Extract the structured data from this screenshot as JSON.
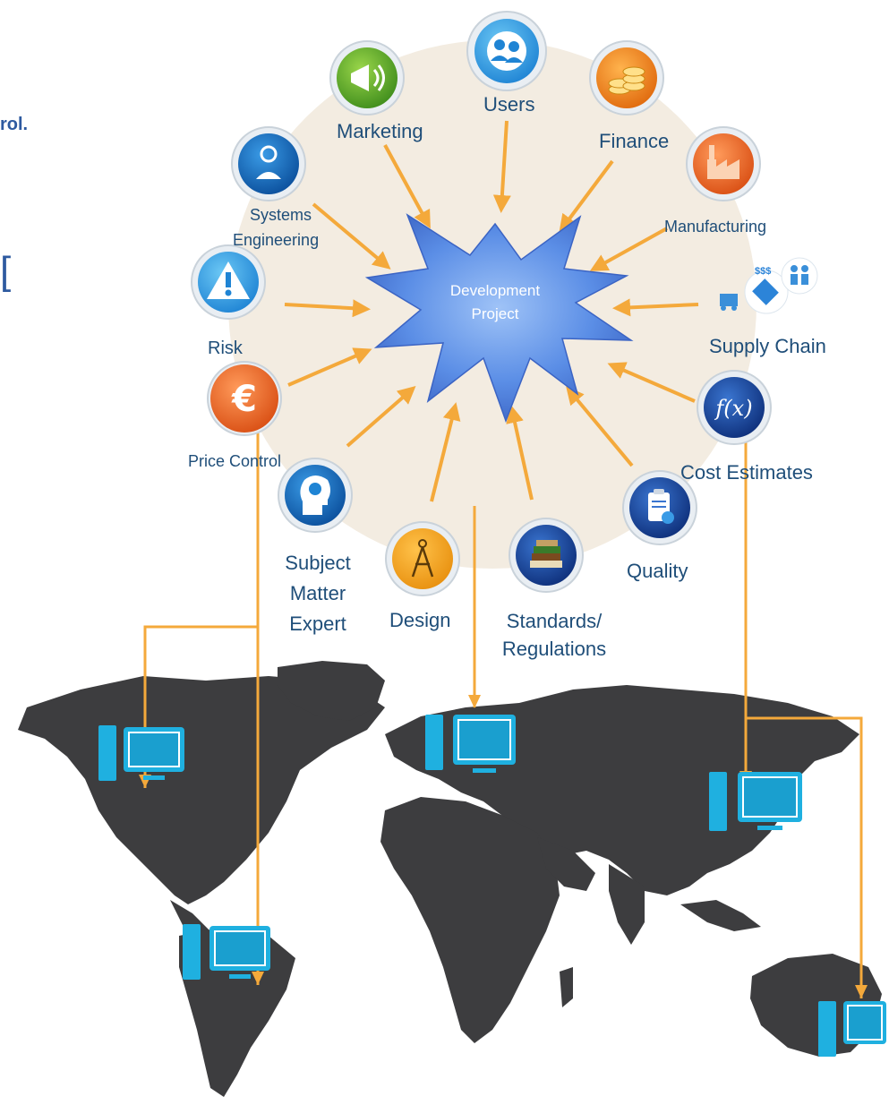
{
  "corner_text": "rol.",
  "center": {
    "line1": "Development",
    "line2": "Project"
  },
  "nodes": {
    "users": "Users",
    "marketing": "Marketing",
    "finance": "Finance",
    "systems_engineering_1": "Systems",
    "systems_engineering_2": "Engineering",
    "manufacturing": "Manufacturing",
    "risk": "Risk",
    "supply_chain": "Supply Chain",
    "price_control": "Price Control",
    "cost_estimates": "Cost Estimates",
    "sme_1": "Subject",
    "sme_2": "Matter",
    "sme_3": "Expert",
    "design": "Design",
    "standards_1": "Standards/",
    "standards_2": "Regulations",
    "quality": "Quality"
  },
  "colors": {
    "arrow": "#f4a93b",
    "circle_bg": "#f3ece1",
    "map": "#3d3d3f",
    "computer": "#1fb0e0",
    "label": "#1f4e79"
  }
}
